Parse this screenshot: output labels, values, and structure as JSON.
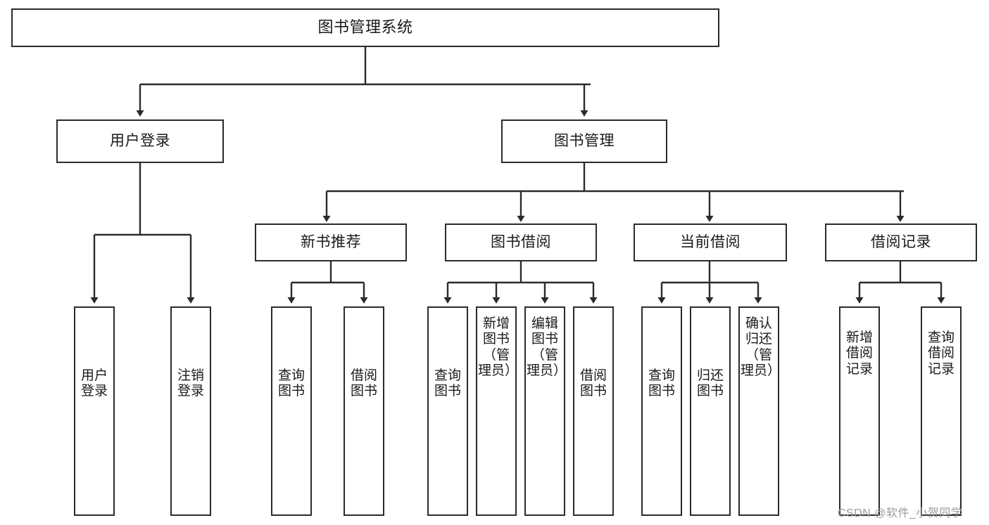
{
  "diagram": {
    "title": "图书管理系统",
    "type": "tree-hierarchy-chart",
    "stroke_color": "#2b2b2b",
    "fill_color": "#ffffff",
    "text_color": "#1a1a1a",
    "watermark": "CSDN @软件_小贺同学",
    "levels": {
      "root": {
        "label": "图书管理系统"
      },
      "level2": [
        {
          "id": "user-login",
          "label": "用户登录"
        },
        {
          "id": "book-management",
          "label": "图书管理"
        }
      ],
      "level3": [
        {
          "id": "new-book-recommend",
          "label": "新书推荐",
          "parent": "book-management"
        },
        {
          "id": "book-borrow",
          "label": "图书借阅",
          "parent": "book-management"
        },
        {
          "id": "current-borrow",
          "label": "当前借阅",
          "parent": "book-management"
        },
        {
          "id": "borrow-record",
          "label": "借阅记录",
          "parent": "book-management"
        }
      ],
      "leaves": [
        {
          "id": "leaf-user-login",
          "label": "用户登录",
          "parent": "user-login"
        },
        {
          "id": "leaf-logout-login",
          "label": "注销登录",
          "parent": "user-login"
        },
        {
          "id": "leaf-query-book-1",
          "label": "查询图书",
          "parent": "new-book-recommend"
        },
        {
          "id": "leaf-borrow-book-1",
          "label": "借阅图书",
          "parent": "new-book-recommend"
        },
        {
          "id": "leaf-query-book-2",
          "label": "查询图书",
          "parent": "book-borrow"
        },
        {
          "id": "leaf-add-book",
          "label": "新增图书（管理员）",
          "parent": "book-borrow"
        },
        {
          "id": "leaf-edit-book",
          "label": "编辑图书（管理员）",
          "parent": "book-borrow"
        },
        {
          "id": "leaf-borrow-book-2",
          "label": "借阅图书",
          "parent": "book-borrow"
        },
        {
          "id": "leaf-query-book-3",
          "label": "查询图书",
          "parent": "current-borrow"
        },
        {
          "id": "leaf-return-book",
          "label": "归还图书",
          "parent": "current-borrow"
        },
        {
          "id": "leaf-confirm-return",
          "label": "确认归还（管理员）",
          "parent": "current-borrow"
        },
        {
          "id": "leaf-add-borrow-record",
          "label": "新增借阅记录",
          "parent": "borrow-record"
        },
        {
          "id": "leaf-query-borrow-record",
          "label": "查询借阅记录",
          "parent": "borrow-record"
        }
      ]
    }
  }
}
